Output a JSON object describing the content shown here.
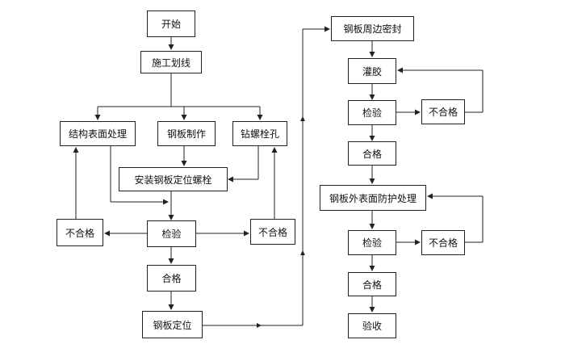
{
  "nodes": {
    "start": "开始",
    "layout": "施工划线",
    "surface": "结构表面处理",
    "fabricate": "钢板制作",
    "drill": "钻螺栓孔",
    "install": "安装钢板定位螺栓",
    "fail_left": "不合格",
    "inspect1": "检验",
    "fail_right": "不合格",
    "pass1": "合格",
    "position": "钢板定位",
    "seal": "钢板周边密封",
    "grout": "灌胶",
    "inspect2": "检验",
    "fail2": "不合格",
    "pass2": "合格",
    "protect": "钢板外表面防护处理",
    "inspect3": "检验",
    "fail3": "不合格",
    "pass3": "合格",
    "accept": "验收"
  }
}
